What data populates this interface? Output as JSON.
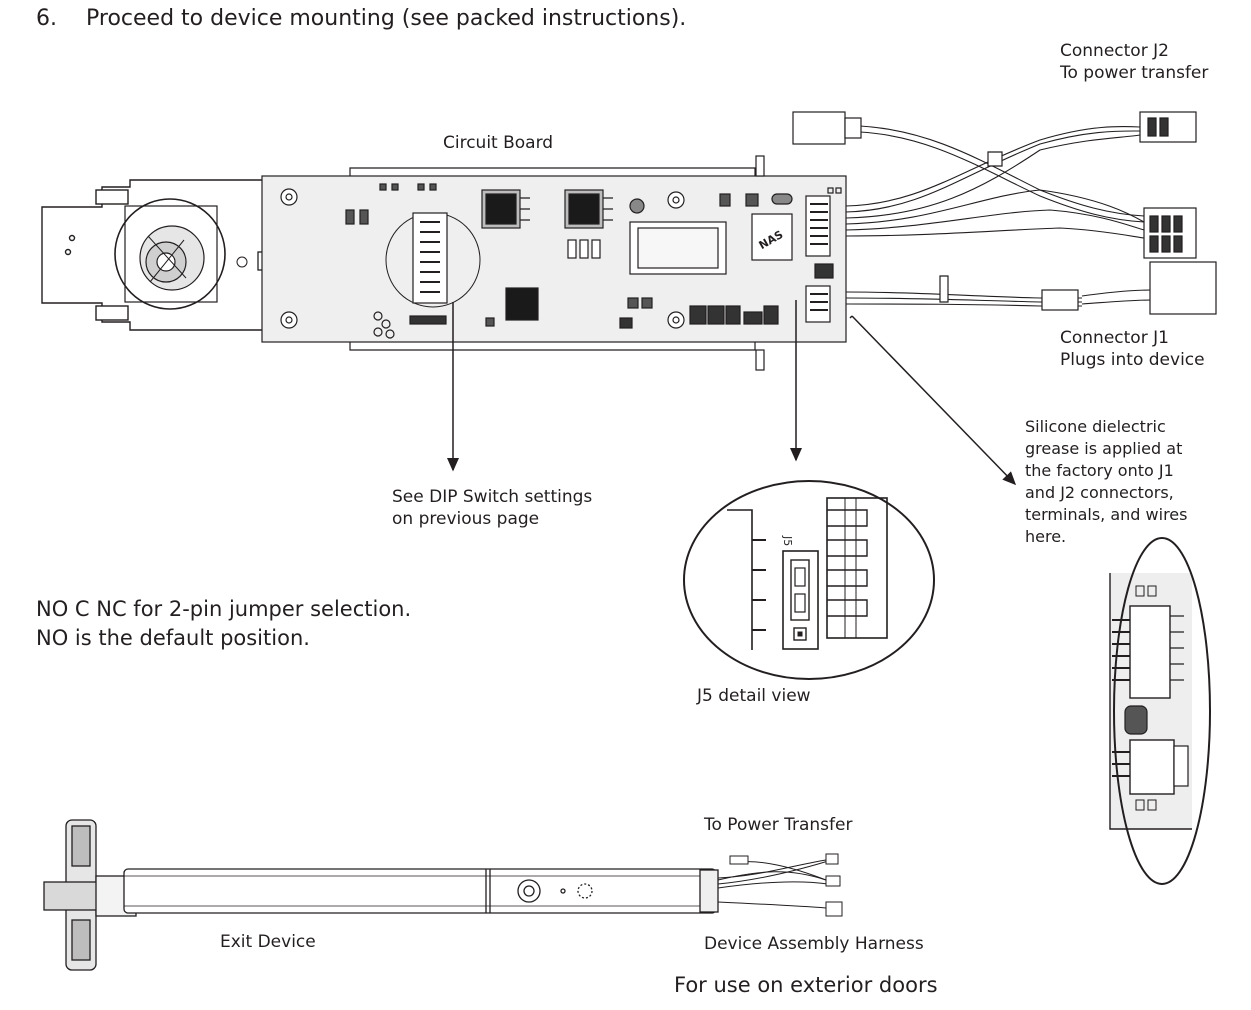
{
  "step": {
    "number": "6.",
    "text": "Proceed to device mounting (see packed instructions)."
  },
  "labels": {
    "circuit_board": "Circuit Board",
    "connector_j2": [
      "Connector J2",
      "To power transfer"
    ],
    "connector_j1": [
      "Connector J1",
      "Plugs into device"
    ],
    "dip_switch": [
      "See DIP Switch settings",
      "on previous page"
    ],
    "grease_note": [
      "Silicone dielectric",
      "grease is applied at",
      "the factory onto J1",
      "and J2 connectors,",
      "terminals, and wires",
      "here."
    ],
    "jumper": [
      "NO C NC for 2-pin jumper selection.",
      "NO is the default position."
    ],
    "j5_detail": "J5 detail view",
    "j5_silk": "J5",
    "nas_logo": "NAS",
    "to_power_transfer": "To Power Transfer",
    "exit_device": "Exit Device",
    "device_harness": "Device Assembly Harness",
    "exterior": "For use on exterior doors"
  }
}
